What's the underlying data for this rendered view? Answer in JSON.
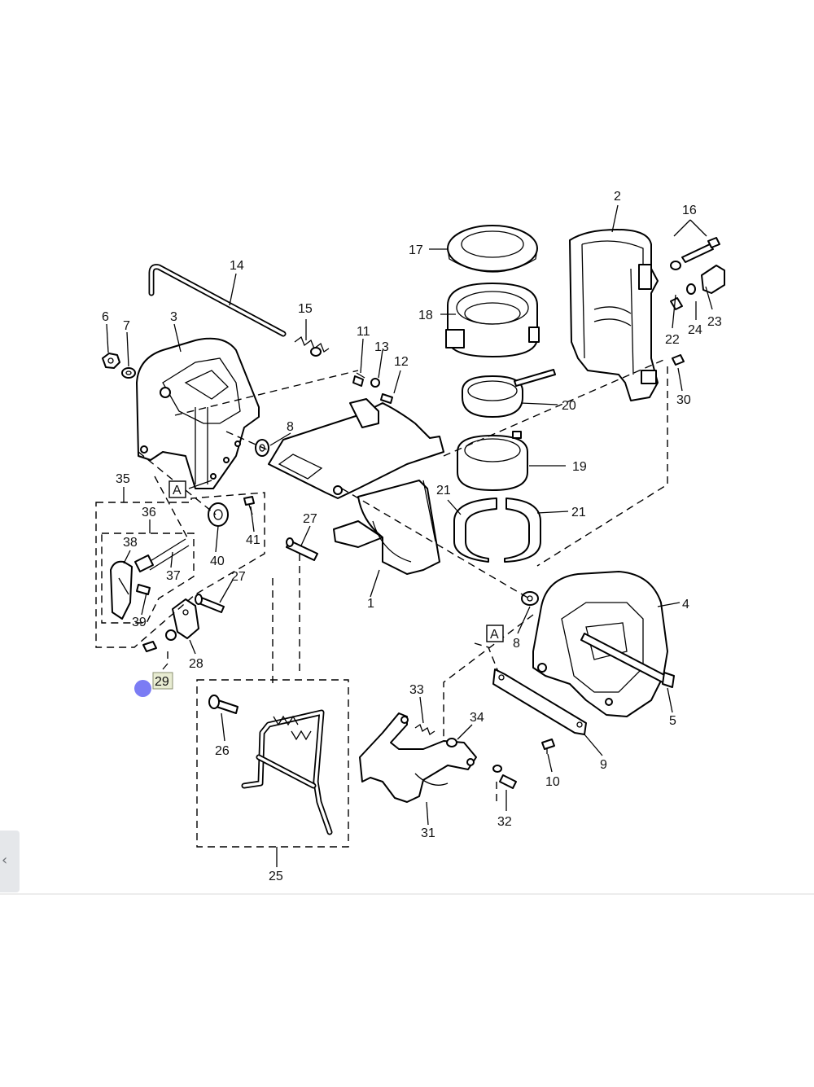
{
  "diagram": {
    "callouts": {
      "c1": "1",
      "c2": "2",
      "c3": "3",
      "c4": "4",
      "c5": "5",
      "c6": "6",
      "c7": "7",
      "c8a": "8",
      "c8b": "8",
      "c9": "9",
      "c10": "10",
      "c11": "11",
      "c12": "12",
      "c13": "13",
      "c14": "14",
      "c15": "15",
      "c16": "16",
      "c17": "17",
      "c18": "18",
      "c19": "19",
      "c20": "20",
      "c21a": "21",
      "c21b": "21",
      "c22": "22",
      "c23": "23",
      "c24": "24",
      "c25": "25",
      "c26": "26",
      "c27a": "27",
      "c27b": "27",
      "c28": "28",
      "c29": "29",
      "c30": "30",
      "c31": "31",
      "c32": "32",
      "c33": "33",
      "c34": "34",
      "c35": "35",
      "c36": "36",
      "c37": "37",
      "c38": "38",
      "c39": "39",
      "c40": "40",
      "c41": "41"
    },
    "ref_markers": {
      "left": "A",
      "right": "A"
    }
  },
  "ui": {
    "side_tab_icon": "chevron-left-icon",
    "side_tab_glyph": "‹",
    "cursor_color": "#7b7cf4",
    "highlight_color": "#e8ecd2"
  }
}
